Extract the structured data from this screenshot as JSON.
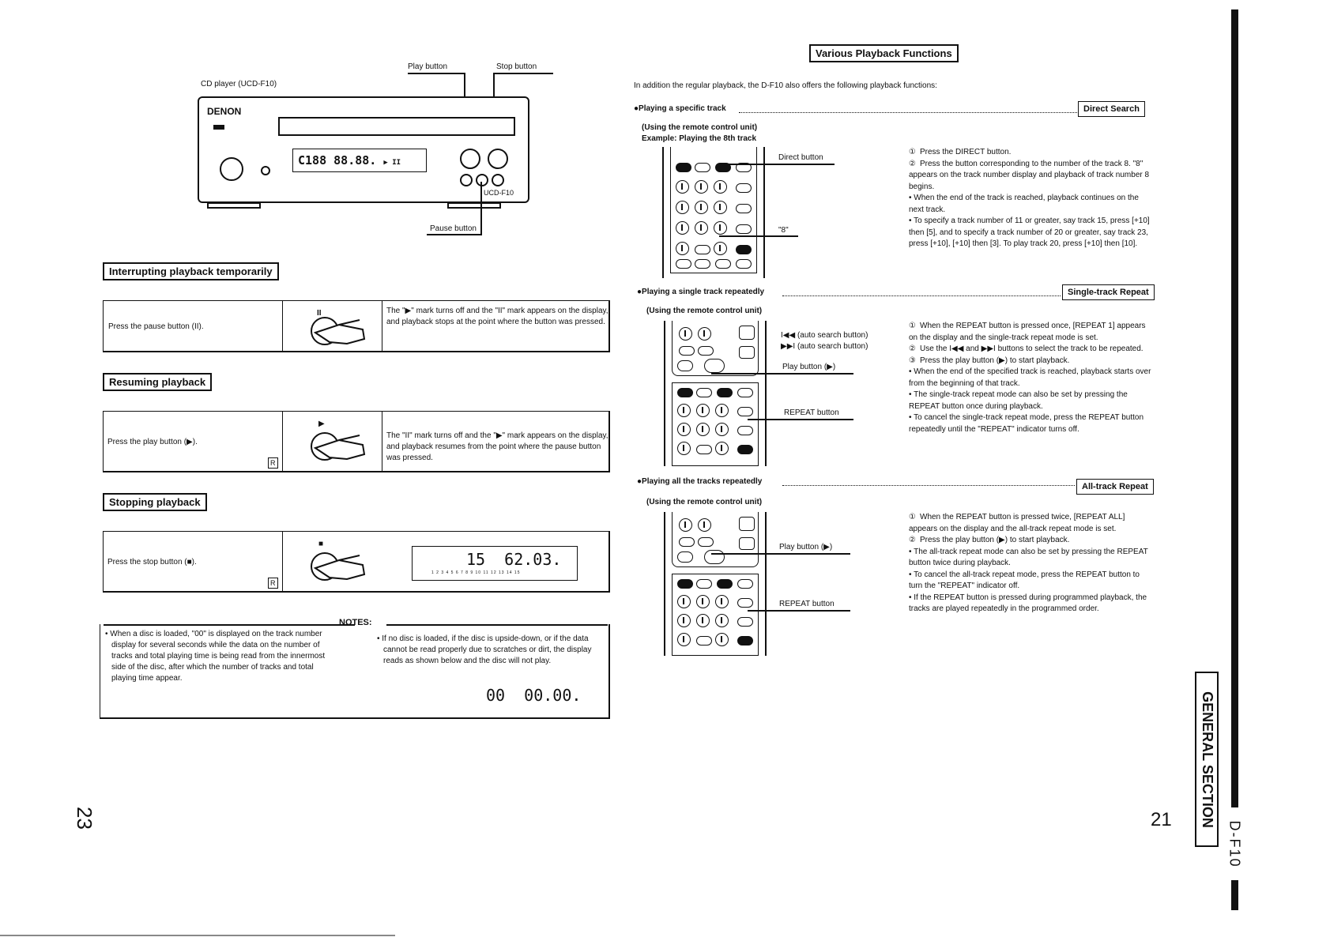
{
  "left_page": {
    "page_number": "23",
    "cd_player": {
      "caption": "CD player (UCD-F10)",
      "brand": "DENON",
      "model": "UCD-F10",
      "display_left": "C188",
      "display_right": "88.88.",
      "callouts": {
        "play": "Play button",
        "stop": "Stop button",
        "pause": "Pause button"
      }
    },
    "sections": [
      {
        "heading": "Interrupting playback temporarily",
        "instruction": "Press the pause button (II).",
        "symbol": "II",
        "result": "The \"▶\" mark turns off and the \"II\" mark appears on the display, and playback stops at the point where the button was pressed.",
        "remote_badge": ""
      },
      {
        "heading": "Resuming playback",
        "instruction": "Press the play button (▶).",
        "symbol": "▶",
        "result": "The \"II\" mark turns off and the \"▶\" mark appears on the display, and playback resumes from the point where the pause button was pressed.",
        "remote_badge": "R"
      },
      {
        "heading": "Stopping playback",
        "instruction": "Press the stop button (■).",
        "symbol": "■",
        "display": "15  62.03.",
        "display_scale": "1 2 3 4 5 6 7 8 9 10 11 12 13 14 15",
        "remote_badge": "R"
      }
    ],
    "notes": {
      "title": "NOTES:",
      "left": "When a disc is loaded, \"00\" is displayed on the track number display for several seconds while the data on the number of tracks and total playing time is being read from the innermost side of the disc, after which the number of tracks and total playing time appear.",
      "right": "If no disc is loaded, if the disc is upside-down, or if the data cannot be read properly due to scratches or dirt, the display reads as shown below and the disc will not play.",
      "display": "00  00.00."
    }
  },
  "right_page": {
    "page_number": "21",
    "title": "Various Playback Functions",
    "intro": "In addition the regular playback, the D-F10 also offers the following playback functions:",
    "side_tab": "GENERAL SECTION",
    "model_tab": "D-F10",
    "direct_search": {
      "heading": "●Playing a specific track",
      "tag": "Direct Search",
      "using": "(Using the remote control unit)",
      "example": "Example: Playing the 8th track",
      "callout_direct": "Direct button",
      "callout_8": "\"8\"",
      "steps": [
        "Press the DIRECT button.",
        "Press the button corresponding to the number of the track 8. \"8\" appears on the track number display and playback of track number 8 begins."
      ],
      "bullets": [
        "When the end of the track is reached, playback continues on the next track.",
        "To specify a track number of 11 or greater, say track 15, press [+10] then [5], and to specify a track number of 20 or greater, say track 23, press [+10], [+10] then [3]. To play track 20, press [+10] then [10]."
      ]
    },
    "single_repeat": {
      "heading": "●Playing a single track repeatedly",
      "tag": "Single-track Repeat",
      "using": "(Using the remote control unit)",
      "callouts": [
        "I◀◀ (auto search button)",
        "▶▶I (auto search button)",
        "Play button (▶)",
        "REPEAT button"
      ],
      "indicator": "REPEAT 1",
      "steps": [
        "When the REPEAT button is pressed once, [REPEAT 1] appears on the display and the single-track repeat mode is set.",
        "Use the I◀◀ and ▶▶I buttons to select the track to be repeated.",
        "Press the play button (▶) to start playback."
      ],
      "bullets": [
        "When the end of the specified track is reached, playback starts over from the beginning of that track.",
        "The single-track repeat mode can also be set by pressing the REPEAT button once during playback.",
        "To cancel the single-track repeat mode, press the REPEAT button repeatedly until the \"REPEAT\" indicator turns off."
      ]
    },
    "all_repeat": {
      "heading": "●Playing all the tracks repeatedly",
      "tag": "All-track Repeat",
      "using": "(Using the remote control unit)",
      "callouts": [
        "Play button (▶)",
        "REPEAT button"
      ],
      "indicator": "REPEAT ALL",
      "steps": [
        "When the REPEAT button is pressed twice, [REPEAT ALL] appears on the display and the all-track repeat mode is set.",
        "Press the play button (▶) to start playback."
      ],
      "bullets": [
        "The all-track repeat mode can also be set by pressing the REPEAT button twice during playback.",
        "To cancel the all-track repeat mode, press the REPEAT button to turn the \"REPEAT\" indicator off.",
        "If the REPEAT button is pressed during programmed playback, the tracks are played repeatedly in the programmed order."
      ]
    }
  }
}
